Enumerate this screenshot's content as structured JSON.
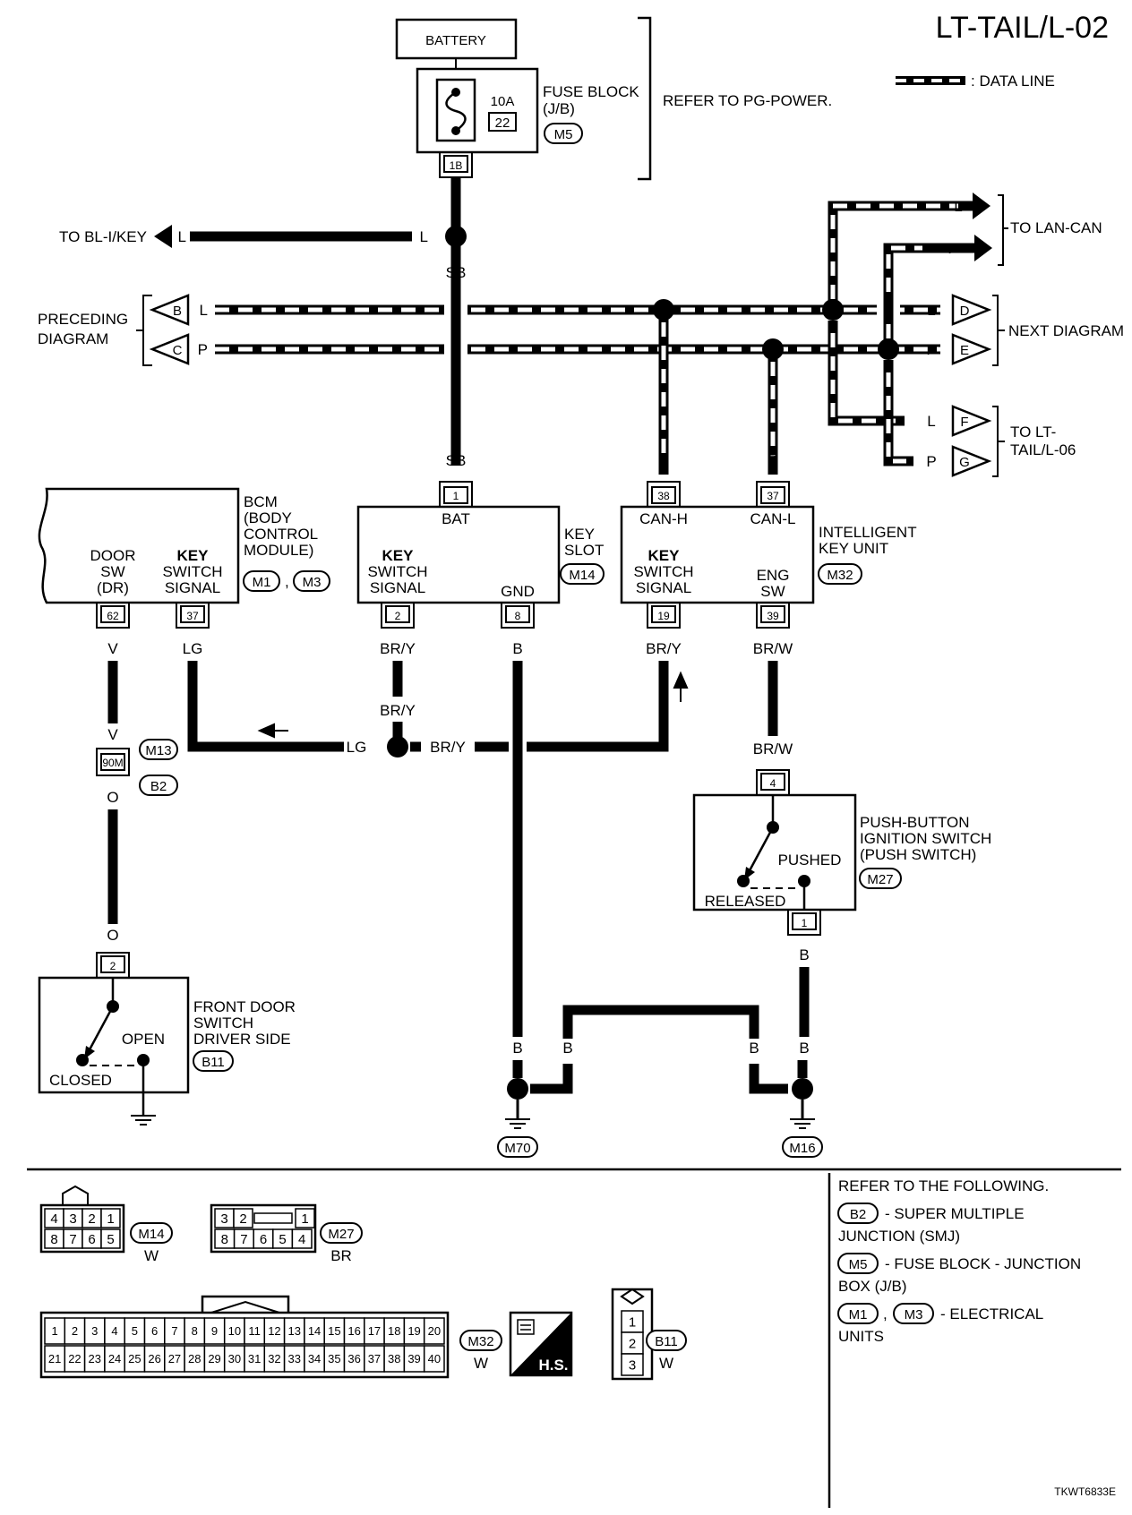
{
  "title": "LT-TAIL/L-02",
  "legend": {
    "data_line": ": DATA LINE"
  },
  "battery": "BATTERY",
  "fuse_block": {
    "name": "FUSE BLOCK",
    "sub": "(J/B)",
    "amp": "10A",
    "num": "22",
    "conn": "M5",
    "pin": "1B",
    "refer": "REFER TO PG-POWER."
  },
  "to_bl": "TO BL-I/KEY",
  "lan_can": "TO LAN-CAN",
  "preceding": [
    "PRECEDING",
    "DIAGRAM"
  ],
  "next_diagram": "NEXT DIAGRAM",
  "to_lt": [
    "TO LT-",
    "TAIL/L-06"
  ],
  "wire_colors": {
    "L": "L",
    "P": "P",
    "SB": "SB",
    "V": "V",
    "O": "O",
    "LG": "LG",
    "BRY": "BR/Y",
    "B": "B",
    "BRW": "BR/W"
  },
  "terminals": {
    "B": "B",
    "C": "C",
    "D": "D",
    "E": "E",
    "F": "F",
    "G": "G"
  },
  "bcm": {
    "name": [
      "BCM",
      "(BODY",
      " CONTROL",
      " MODULE)"
    ],
    "conn1": "M1",
    "conn2": "M3",
    "comma": ",",
    "door_sw": [
      "DOOR",
      "SW",
      "(DR)"
    ],
    "key_switch": [
      "KEY",
      "SWITCH",
      "SIGNAL"
    ],
    "pin_door": "62",
    "pin_key": "37"
  },
  "key_slot": {
    "name": [
      "KEY",
      "SLOT"
    ],
    "conn": "M14",
    "bat": "BAT",
    "pin_bat": "1",
    "key_switch": [
      "KEY",
      "SWITCH",
      "SIGNAL"
    ],
    "pin_key": "2",
    "gnd": "GND",
    "pin_gnd": "8"
  },
  "iku": {
    "name": [
      "INTELLIGENT",
      "KEY UNIT"
    ],
    "conn": "M32",
    "can_h": "CAN-H",
    "pin_can_h": "38",
    "can_l": "CAN-L",
    "pin_can_l": "37",
    "key_switch": [
      "KEY",
      "SWITCH",
      "SIGNAL"
    ],
    "pin_key": "19",
    "eng_sw": [
      "ENG",
      "SW"
    ],
    "pin_eng": "39"
  },
  "joint": {
    "code": "90M",
    "conn1": "M13",
    "conn2": "B2"
  },
  "push_switch": {
    "name": [
      "PUSH-BUTTON",
      "IGNITION SWITCH",
      "(PUSH SWITCH)"
    ],
    "conn": "M27",
    "pushed": "PUSHED",
    "released": "RELEASED",
    "pin_top": "4",
    "pin_bottom": "1"
  },
  "door_switch": {
    "name": [
      "FRONT DOOR",
      "SWITCH",
      "DRIVER SIDE"
    ],
    "conn": "B11",
    "open": "OPEN",
    "closed": "CLOSED",
    "pin": "2"
  },
  "grounds": {
    "left": "M70",
    "right": "M16"
  },
  "connectors": {
    "m14": {
      "label": "M14",
      "color": "W",
      "top": [
        "4",
        "3",
        "2",
        "1"
      ],
      "bottom": [
        "8",
        "7",
        "6",
        "5"
      ]
    },
    "m27": {
      "label": "M27",
      "color": "BR",
      "top": [
        "3",
        "2",
        "1"
      ],
      "bottom": [
        "8",
        "7",
        "6",
        "5",
        "4"
      ]
    },
    "m32": {
      "label": "M32",
      "color": "W",
      "top": [
        "1",
        "2",
        "3",
        "4",
        "5",
        "6",
        "7",
        "8",
        "9",
        "10",
        "11",
        "12",
        "13",
        "14",
        "15",
        "16",
        "17",
        "18",
        "19",
        "20"
      ],
      "bottom": [
        "21",
        "22",
        "23",
        "24",
        "25",
        "26",
        "27",
        "28",
        "29",
        "30",
        "31",
        "32",
        "33",
        "34",
        "35",
        "36",
        "37",
        "38",
        "39",
        "40"
      ]
    },
    "b11": {
      "label": "B11",
      "color": "W",
      "pins": [
        "1",
        "2",
        "3"
      ]
    },
    "hs": "H.S."
  },
  "refer_following": {
    "heading": "REFER TO THE FOLLOWING.",
    "b2": "B2",
    "b2_text": [
      "- SUPER MULTIPLE",
      "JUNCTION (SMJ)"
    ],
    "m5": "M5",
    "m5_text": [
      "- FUSE BLOCK - JUNCTION",
      "BOX (J/B)"
    ],
    "m1": "M1",
    "m3": "M3",
    "comma": ",",
    "m_text": [
      "- ELECTRICAL",
      "UNITS"
    ]
  },
  "code": "TKWT6833E"
}
